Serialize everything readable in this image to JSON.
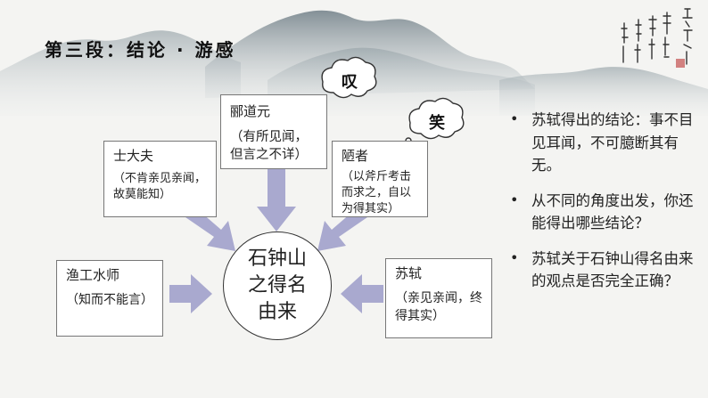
{
  "title": "第三段：结论 · 游感",
  "center_text": "石钟山之得名由来",
  "nodes": {
    "lidaoyuan": {
      "name": "郦道元",
      "note": "（有所见闻，但言之不详）",
      "bubble": "叹"
    },
    "shidafu": {
      "name": "士大夫",
      "note": "（不肯亲见亲闻，故莫能知）"
    },
    "louzhe": {
      "name": "陋者",
      "note": "（以斧斤考击而求之，自以为得其实）",
      "bubble": "笑"
    },
    "yugong": {
      "name": "渔工水师",
      "note": "（知而不能言）"
    },
    "sushi": {
      "name": "苏轼",
      "note": "（亲见亲闻，终得其实）"
    }
  },
  "bullets": [
    "苏轼得出的结论：事不目见耳闻，不可臆断其有无。",
    "从不同的角度出发，你还能得出哪些结论？",
    "苏轼关于石钟山得名由来的观点是否完全正确？"
  ],
  "colors": {
    "arrow": "#a9a9cf",
    "box_border": "#777777",
    "mountain": "#8e9aa0"
  }
}
